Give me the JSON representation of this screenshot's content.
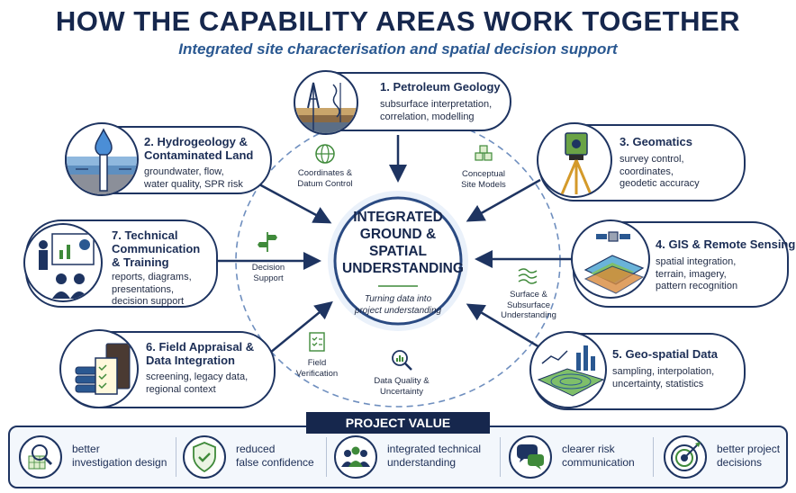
{
  "header": {
    "title": "HOW THE CAPABILITY AREAS WORK TOGETHER",
    "subtitle": "Integrated site characterisation and spatial decision support"
  },
  "center": {
    "title_lines": [
      "INTEGRATED",
      "GROUND &",
      "SPATIAL",
      "UNDERSTANDING"
    ],
    "subtitle_lines": [
      "Turning data into",
      "project understanding"
    ]
  },
  "areas": {
    "petroleum": {
      "title": "1. Petroleum Geology",
      "desc": [
        "subsurface interpretation,",
        "correlation, modelling"
      ]
    },
    "hydro": {
      "title": [
        "2. Hydrogeology &",
        "Contaminated Land"
      ],
      "desc": [
        "groundwater, flow,",
        "water quality, SPR risk"
      ]
    },
    "geomatics": {
      "title": "3. Geomatics",
      "desc": [
        "survey control,",
        "coordinates,",
        "geodetic accuracy"
      ]
    },
    "gis": {
      "title": "4. GIS & Remote Sensing",
      "desc": [
        "spatial integration,",
        "terrain, imagery,",
        "pattern recognition"
      ]
    },
    "geodata": {
      "title": "5. Geo-spatial Data",
      "desc": [
        "sampling, interpolation,",
        "uncertainty, statistics"
      ]
    },
    "field": {
      "title": [
        "6. Field Appraisal &",
        "Data Integration"
      ],
      "desc": [
        "screening, legacy data,",
        "regional context"
      ]
    },
    "comms": {
      "title": [
        "7. Technical",
        "Communication",
        "& Training"
      ],
      "desc": [
        "reports, diagrams,",
        "presentations,",
        "decision support"
      ]
    }
  },
  "connectors": {
    "coordinates": [
      "Coordinates &",
      "Datum Control"
    ],
    "conceptual": [
      "Conceptual",
      "Site Models"
    ],
    "decision": [
      "Decision",
      "Support"
    ],
    "surface": [
      "Surface &",
      "Subsurface",
      "Understanding"
    ],
    "verification": [
      "Field",
      "Verification"
    ],
    "quality": [
      "Data Quality &",
      "Uncertainty"
    ]
  },
  "project_value": {
    "label": "PROJECT VALUE",
    "items": [
      {
        "icon": "magnifier-grid-icon",
        "lines": [
          "better",
          "investigation design"
        ]
      },
      {
        "icon": "shield-check-icon",
        "lines": [
          "reduced",
          "false confidence"
        ]
      },
      {
        "icon": "team-icon",
        "lines": [
          "integrated technical",
          "understanding"
        ]
      },
      {
        "icon": "chat-bubbles-icon",
        "lines": [
          "clearer risk",
          "communication"
        ]
      },
      {
        "icon": "target-icon",
        "lines": [
          "better project",
          "decisions"
        ]
      }
    ]
  },
  "colors": {
    "navy": "#16274d",
    "accent": "#2a5891",
    "green": "#3f8a3a"
  }
}
